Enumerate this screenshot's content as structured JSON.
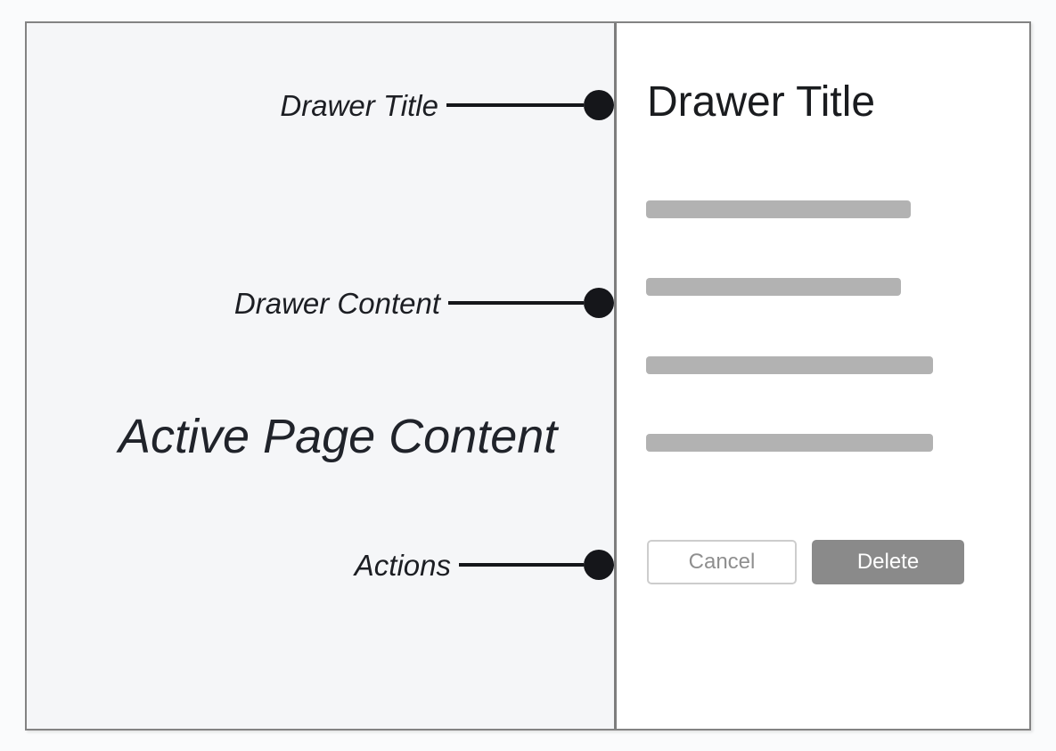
{
  "annotations": {
    "drawer_title": {
      "label": "Drawer Title"
    },
    "drawer_content": {
      "label": "Drawer Content"
    },
    "actions": {
      "label": "Actions"
    },
    "active_page": {
      "label": "Active Page Content"
    }
  },
  "drawer": {
    "title": "Drawer Title",
    "placeholder_bar_count": 4,
    "actions": {
      "cancel_label": "Cancel",
      "delete_label": "Delete"
    }
  },
  "colors": {
    "page_background": "#fafbfc",
    "frame_border": "#838383",
    "left_panel_bg": "#f5f6f8",
    "drawer_bg": "#ffffff",
    "divider": "#7d7d7d",
    "placeholder_bar": "#b2b2b2",
    "annotation_ink": "#15161a",
    "delete_button_bg": "#8a8a8a",
    "cancel_button_border": "#cdcdcd",
    "cancel_button_text": "#8f8f8f"
  }
}
